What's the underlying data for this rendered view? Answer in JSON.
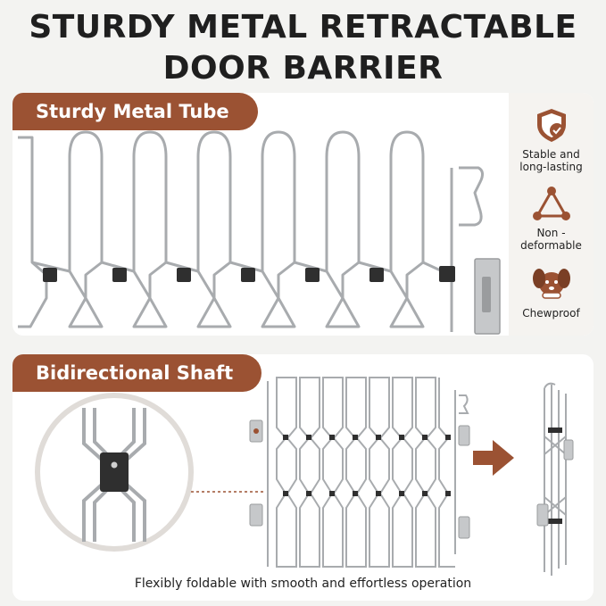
{
  "title": {
    "line1": "STURDY METAL RETRACTABLE",
    "line2": "DOOR BARRIER"
  },
  "section1": {
    "tag": "Sturdy Metal Tube",
    "features": [
      {
        "icon": "shield-check-icon",
        "label1": "Stable and",
        "label2": "long-lasting"
      },
      {
        "icon": "triangle-nodes-icon",
        "label1": "Non -",
        "label2": "deformable"
      },
      {
        "icon": "dog-bone-icon",
        "label1": "Chewproof",
        "label2": ""
      }
    ]
  },
  "section2": {
    "tag": "Bidirectional Shaft"
  },
  "caption": "Flexibly foldable with smooth and effortless operation",
  "colors": {
    "accent": "#9b5233",
    "metal": "#a8abae",
    "joint": "#2f2f2f"
  }
}
